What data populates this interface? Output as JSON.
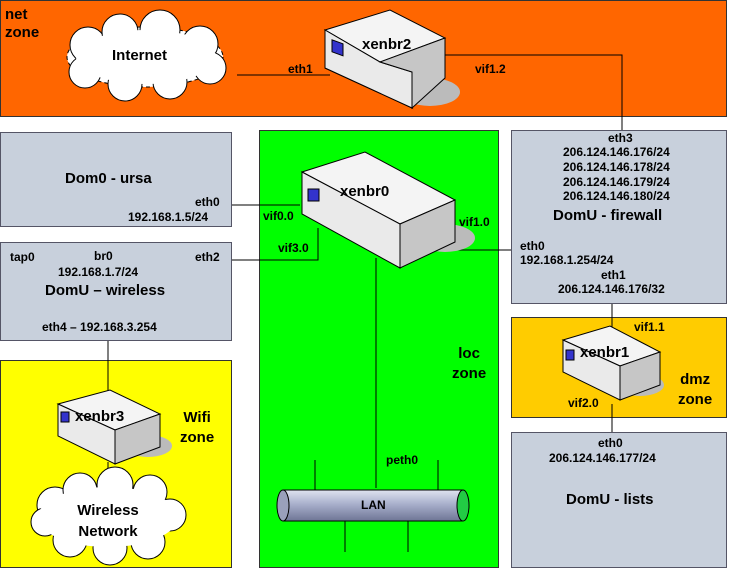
{
  "zones": {
    "net": [
      "net",
      "zone"
    ],
    "loc": [
      "loc",
      "zone"
    ],
    "dmz": [
      "dmz",
      "zone"
    ],
    "wifi": [
      "Wifi",
      "zone"
    ]
  },
  "bridges": {
    "xenbr0": "xenbr0",
    "xenbr1": "xenbr1",
    "xenbr2": "xenbr2",
    "xenbr3": "xenbr3"
  },
  "clouds": {
    "internet": "Internet",
    "wireless": [
      "Wireless",
      "Network"
    ]
  },
  "dom0": {
    "title": "Dom0 - ursa",
    "iface": "eth0",
    "ip": "192.168.1.5/24"
  },
  "wireless": {
    "title": "DomU – wireless",
    "tap0": "tap0",
    "br0": "br0",
    "eth2": "eth2",
    "br_ip": "192.168.1.7/24",
    "eth4": "eth4 – 192.168.3.254"
  },
  "firewall": {
    "title": "DomU - firewall",
    "eth3": "eth3",
    "eth3_ips": [
      "206.124.146.176/24",
      "206.124.146.178/24",
      "206.124.146.179/24",
      "206.124.146.180/24"
    ],
    "eth0": "eth0",
    "eth0_ip": "192.168.1.254/24",
    "eth1": "eth1",
    "eth1_ip": "206.124.146.176/32"
  },
  "lists": {
    "title": "DomU - lists",
    "iface": "eth0",
    "ip": "206.124.146.177/24"
  },
  "links": {
    "eth1": "eth1",
    "vif1_2": "vif1.2",
    "vif0_0": "vif0.0",
    "vif1_0": "vif1.0",
    "vif3_0": "vif3.0",
    "vif1_1": "vif1.1",
    "vif2_0": "vif2.0",
    "peth0": "peth0"
  },
  "lan": "LAN",
  "colors": {
    "net": "#ff6600",
    "loc": "#00ff00",
    "dmz": "#ffcc00",
    "wifi": "#ffff00",
    "box": "#c8d0dc"
  }
}
